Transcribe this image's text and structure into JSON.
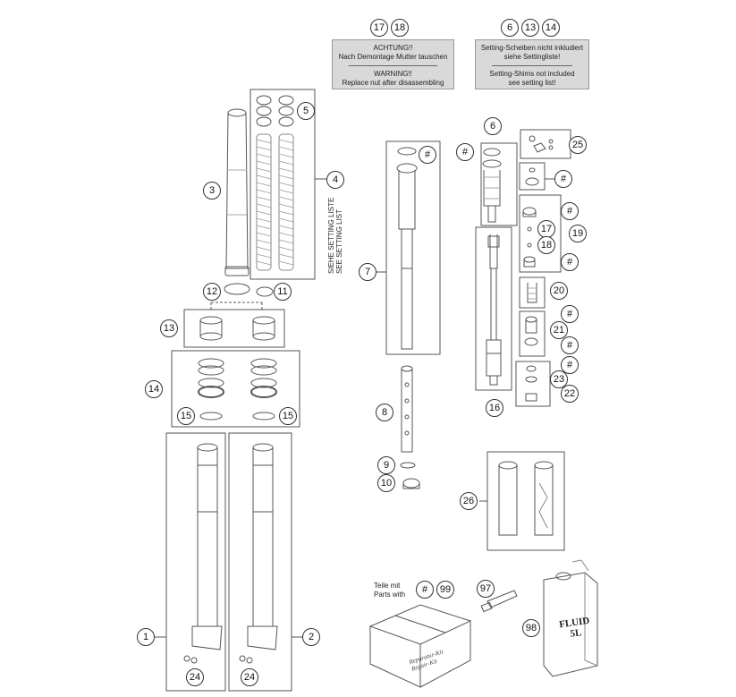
{
  "notes": {
    "left": {
      "refs": [
        "17",
        "18"
      ],
      "line1": "ACHTUNG!!",
      "line2": "Nach Demontage Mutter tauschen",
      "line3": "WARNING!!",
      "line4": "Replace nut after disassembling"
    },
    "right": {
      "refs": [
        "6",
        "13",
        "14"
      ],
      "line1": "Setting-Scheiben nicht inkludiert",
      "line2": "siehe Settingliste!",
      "line3": "Setting-Shims not included",
      "line4": "see setting list!"
    }
  },
  "setting_list": {
    "de": "SIEHE SETTING LISTE",
    "en": "SEE SETTING LIST"
  },
  "legend": {
    "line1": "Teile mit",
    "line2": "Parts with",
    "hash": "#",
    "kit_ref": "99"
  },
  "labels": {
    "fluid_line1": "FLUID",
    "fluid_line2": "5L",
    "kit_line1": "Reparatur-Kit",
    "kit_line2": "Repair-Kit"
  },
  "callouts": {
    "c1": "1",
    "c2": "2",
    "c3": "3",
    "c4": "4",
    "c5": "5",
    "c6": "6",
    "c7": "7",
    "c8": "8",
    "c9": "9",
    "c10": "10",
    "c11": "11",
    "c12": "12",
    "c13": "13",
    "c14": "14",
    "c15a": "15",
    "c15b": "15",
    "c16": "16",
    "c17": "17",
    "c18": "18",
    "c19": "19",
    "c20": "20",
    "c21": "21",
    "c22": "22",
    "c23": "23",
    "c24a": "24",
    "c24b": "24",
    "c25": "25",
    "c26": "26",
    "c97": "97",
    "c98": "98",
    "h1": "#",
    "h2": "#",
    "h3": "#",
    "h4": "#",
    "h5": "#",
    "h6": "#",
    "h7": "#",
    "h8": "#"
  }
}
